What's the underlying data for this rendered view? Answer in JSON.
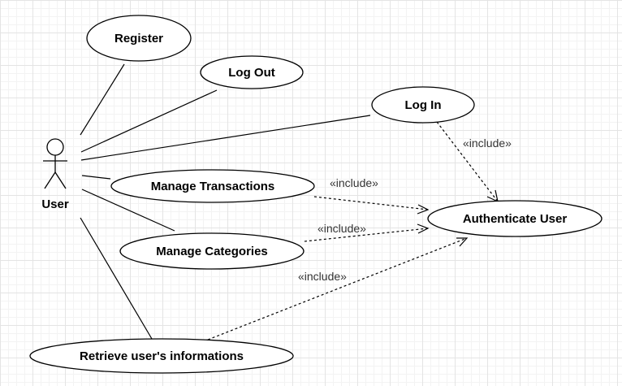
{
  "actor": {
    "label": "User"
  },
  "use_cases": {
    "register": "Register",
    "logout": "Log Out",
    "login": "Log In",
    "manage_transactions": "Manage Transactions",
    "authenticate": "Authenticate User",
    "manage_categories": "Manage Categories",
    "retrieve_info": "Retrieve user's informations"
  },
  "relations": {
    "include_login": "«include»",
    "include_transactions": "«include»",
    "include_categories": "«include»",
    "include_retrieve": "«include»"
  }
}
